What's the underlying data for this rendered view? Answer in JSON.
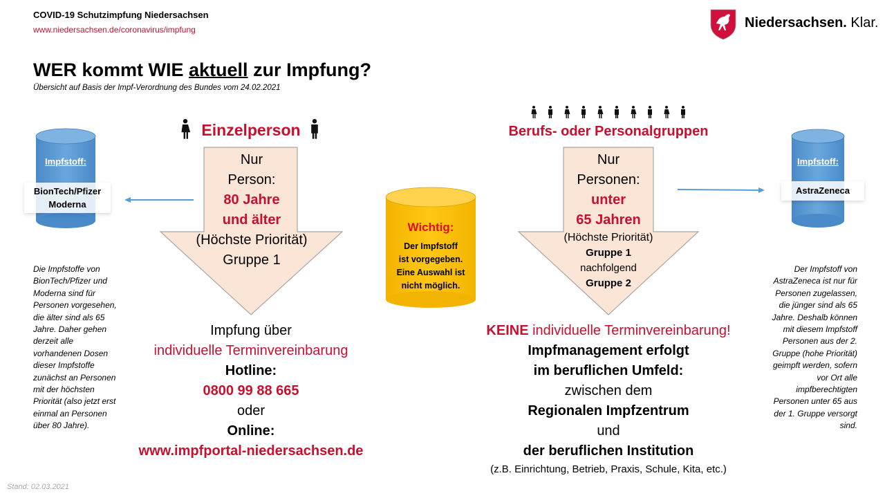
{
  "header": {
    "title": "COVID-19 Schutzimpfung Niedersachsen",
    "url": "www.niedersachsen.de/coronavirus/impfung"
  },
  "logo": {
    "name": "Niedersachsen.",
    "claim": "Klar."
  },
  "main_title": {
    "pre": "WER kommt WIE ",
    "underlined": "aktuell",
    "post": " zur Impfung?"
  },
  "subtitle": "Übersicht auf Basis der Impf-Verordnung des Bundes vom 24.02.2021",
  "left": {
    "heading": "Einzelperson",
    "vaccine_label": "Impfstoff:",
    "vaccines": [
      "BionTech/Pfizer",
      "Moderna"
    ],
    "arrow_lines": [
      "Nur",
      "Person:",
      "80 Jahre",
      "und älter",
      "(Höchste Priorität)",
      "Gruppe 1"
    ],
    "note": "Die Impfstoffe von BionTech/Pfizer und Moderna sind für Personen vorgesehen, die älter sind als 65 Jahre. Daher gehen derzeit alle vorhandenen Dosen dieser Impfstoffe zunächst an Personen mit der höchsten Priorität (also jetzt erst einmal an Personen über 80 Jahre).",
    "bottom": [
      "Impfung über",
      "individuelle Terminvereinbarung",
      "Hotline:",
      "0800 99 88 665",
      "oder",
      "Online:",
      "www.impfportal-niedersachsen.de"
    ]
  },
  "center": {
    "title": "Wichtig:",
    "lines": [
      "Der Impfstoff",
      "ist vorgegeben.",
      "Eine Auswahl ist",
      "nicht möglich."
    ]
  },
  "right": {
    "heading": "Berufs- oder Personalgruppen",
    "vaccine_label": "Impfstoff:",
    "vaccine": "AstraZeneca",
    "arrow_lines": [
      "Nur",
      "Personen:",
      "unter",
      "65 Jahren",
      "(Höchste Priorität)",
      "Gruppe 1",
      "nachfolgend",
      "Gruppe 2"
    ],
    "note": "Der Impfstoff von AstraZeneca ist nur für Personen zugelassen, die jünger sind als 65 Jahre. Deshalb können mit diesem Impfstoff Personen aus der 2. Gruppe (hohe Priorität) geimpft werden, sofern vor Ort alle impfberechtigten Personen unter 65 aus der 1. Gruppe versorgt sind.",
    "bottom_keine": "KEINE",
    "bottom_first": " individuelle Terminvereinbarung!",
    "bottom": [
      "Impfmanagement erfolgt",
      "im beruflichen Umfeld:",
      "zwischen dem",
      "Regionalen Impfzentrum",
      "und",
      "der beruflichen Institution",
      "(z.B. Einrichtung, Betrieb, Praxis, Schule, Kita, etc.)"
    ]
  },
  "footer": {
    "stand": "Stand: 02.03.2021"
  },
  "colors": {
    "accent": "#c8102e",
    "arrow_fill": "#fbe5d6",
    "blue": "#5b9bd5",
    "yellow": "#ffc000"
  }
}
